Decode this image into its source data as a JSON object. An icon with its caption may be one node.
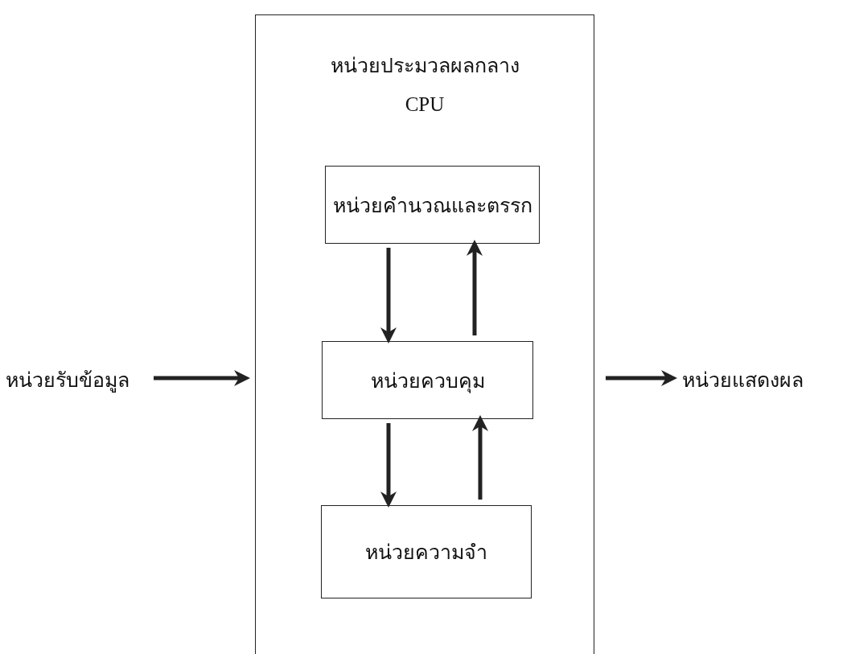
{
  "diagram": {
    "nodes": [
      {
        "text": [
          "หน่วยประมวลผลกลาง",
          "CPU"
        ]
      },
      {
        "text": [
          "หน่วยคำนวณและตรรก"
        ],
        "in": 0
      },
      {
        "text": [
          "หน่วยควบคุม"
        ],
        "in": 0
      },
      {
        "text": [
          "หน่วยความจำ"
        ],
        "in": 0
      },
      {
        "text": [
          "หน่วยรับข้อมูล"
        ]
      },
      {
        "text": [
          "หน่วยแสดงผล"
        ]
      }
    ],
    "edges": [
      {
        "from": 1,
        "to": 2,
        "arrow": "to"
      },
      {
        "from": 2,
        "to": 1,
        "arrow": "to"
      },
      {
        "from": 2,
        "to": 3,
        "arrow": "to"
      },
      {
        "from": 3,
        "to": 2,
        "arrow": "to"
      },
      {
        "from": 4,
        "to": 0,
        "arrow": "to"
      },
      {
        "from": 0,
        "to": 5,
        "arrow": "to"
      }
    ]
  }
}
